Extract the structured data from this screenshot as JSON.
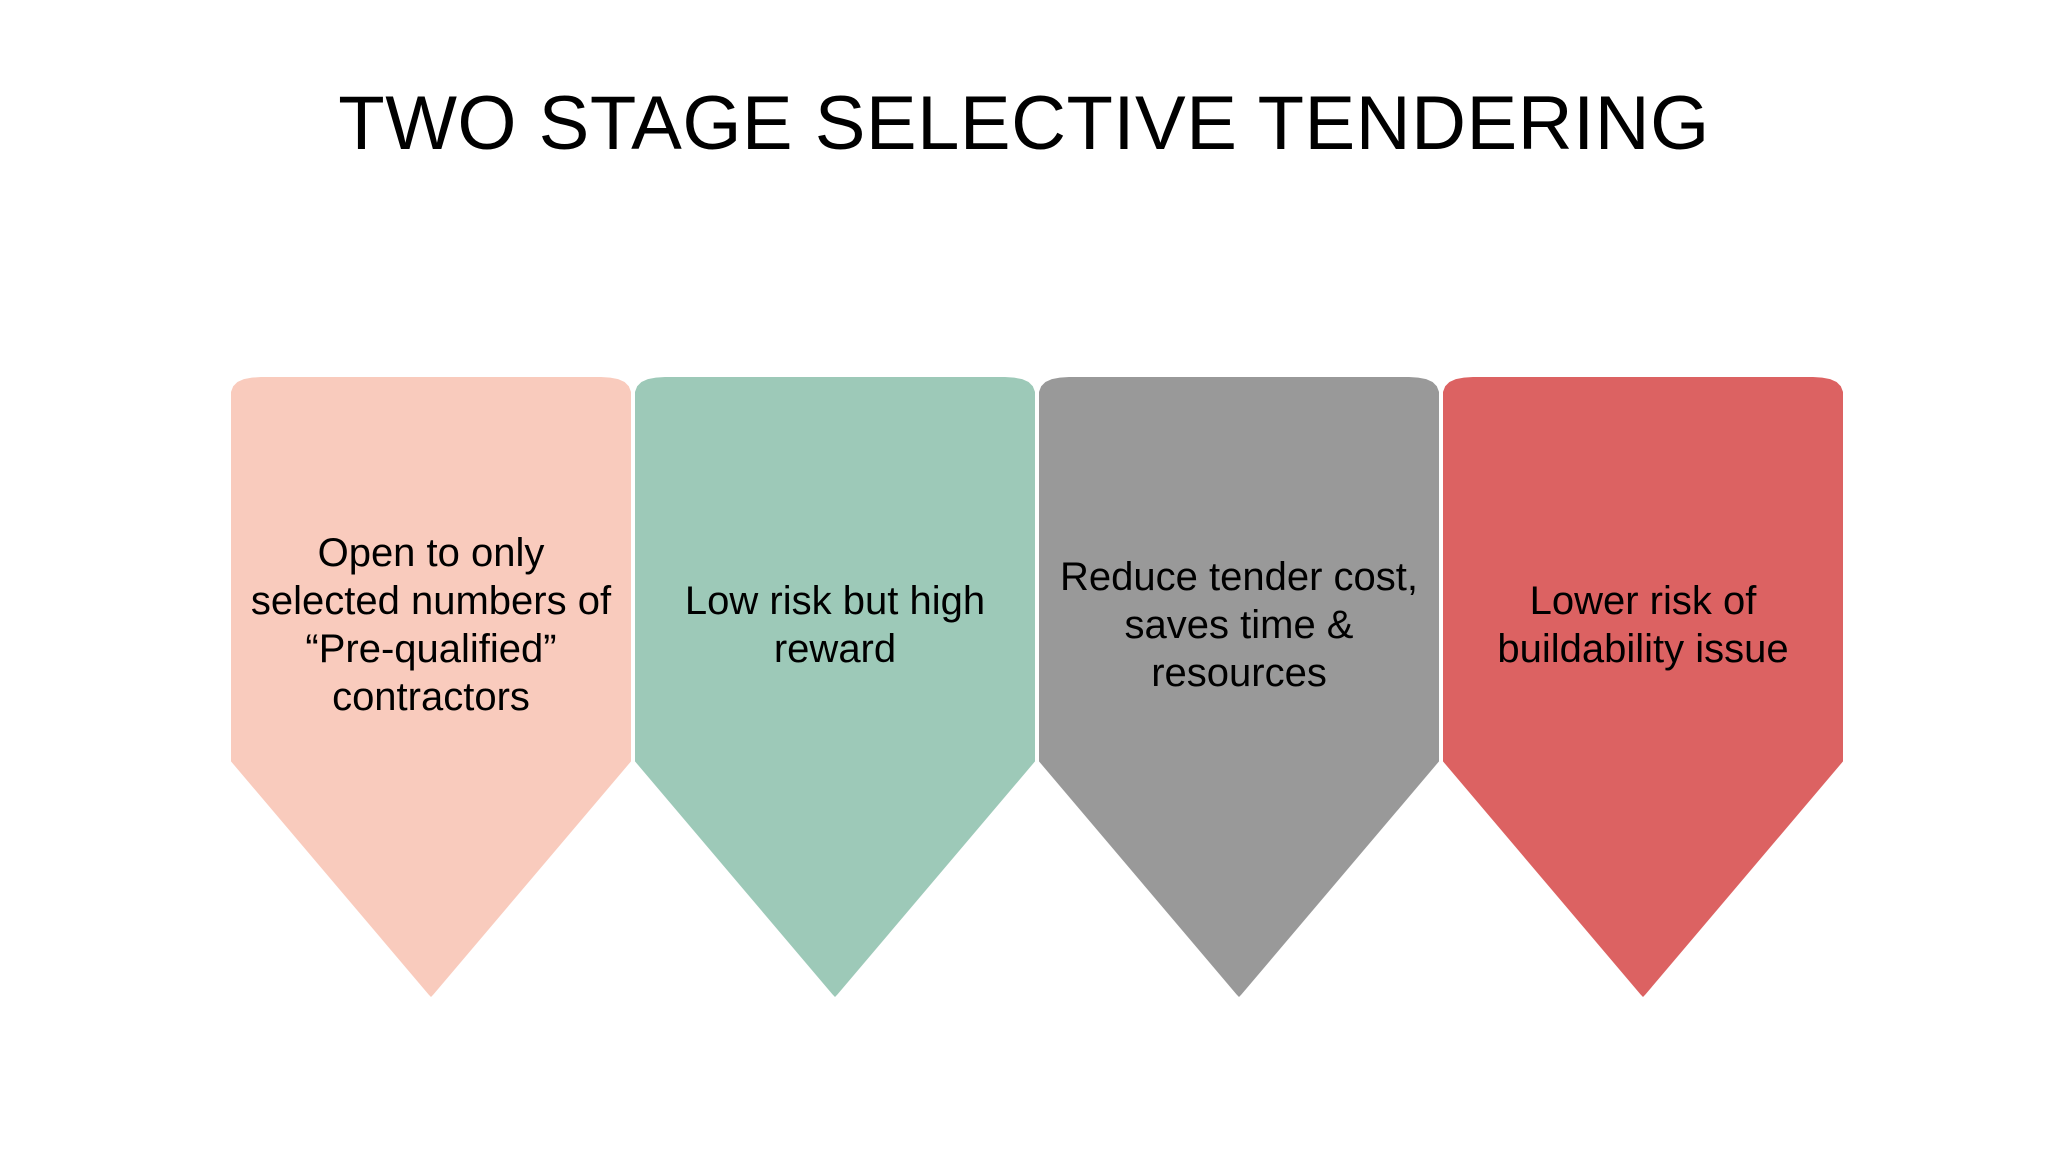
{
  "slide": {
    "background_color": "#FFFFFF",
    "title": "TWO STAGE SELECTIVE TENDERING",
    "title_color": "#000000"
  },
  "banners": [
    {
      "id": "pre-qualified-contractors",
      "text": "Open to only selected numbers of  “Pre-qualified” contractors",
      "color": "#F9CBBD",
      "text_color": "#000000"
    },
    {
      "id": "low-risk-high-reward",
      "text": "Low risk but high reward",
      "color": "#9DC9B8",
      "text_color": "#000000"
    },
    {
      "id": "reduce-tender-cost",
      "text": "Reduce tender cost, saves time & resources",
      "color": "#999999",
      "text_color": "#000000"
    },
    {
      "id": "lower-buildability-risk",
      "text": "Lower risk of buildability issue",
      "color": "#DC6262",
      "text_color": "#000000"
    }
  ]
}
